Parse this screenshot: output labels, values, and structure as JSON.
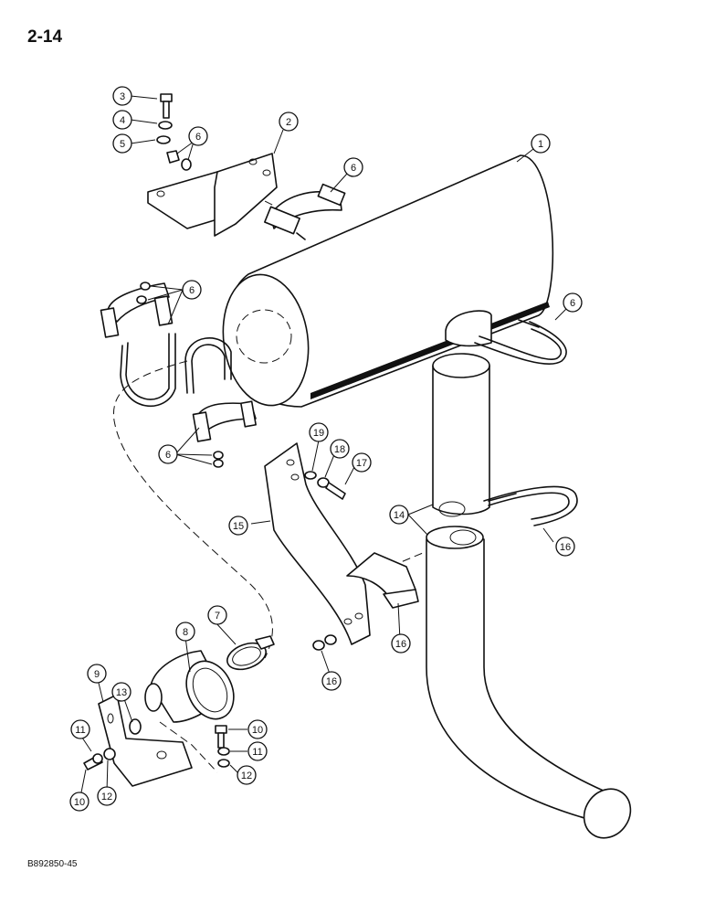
{
  "page_number": "2-14",
  "figure_code": "B892850-45",
  "callouts": [
    {
      "part": "1"
    },
    {
      "part": "2"
    },
    {
      "part": "3"
    },
    {
      "part": "4"
    },
    {
      "part": "5"
    },
    {
      "part": "6"
    },
    {
      "part": "6"
    },
    {
      "part": "6"
    },
    {
      "part": "6"
    },
    {
      "part": "6"
    },
    {
      "part": "7"
    },
    {
      "part": "8"
    },
    {
      "part": "9"
    },
    {
      "part": "10"
    },
    {
      "part": "10"
    },
    {
      "part": "11"
    },
    {
      "part": "11"
    },
    {
      "part": "12"
    },
    {
      "part": "12"
    },
    {
      "part": "13"
    },
    {
      "part": "14"
    },
    {
      "part": "15"
    },
    {
      "part": "16"
    },
    {
      "part": "16"
    },
    {
      "part": "16"
    },
    {
      "part": "17"
    },
    {
      "part": "18"
    },
    {
      "part": "19"
    }
  ]
}
